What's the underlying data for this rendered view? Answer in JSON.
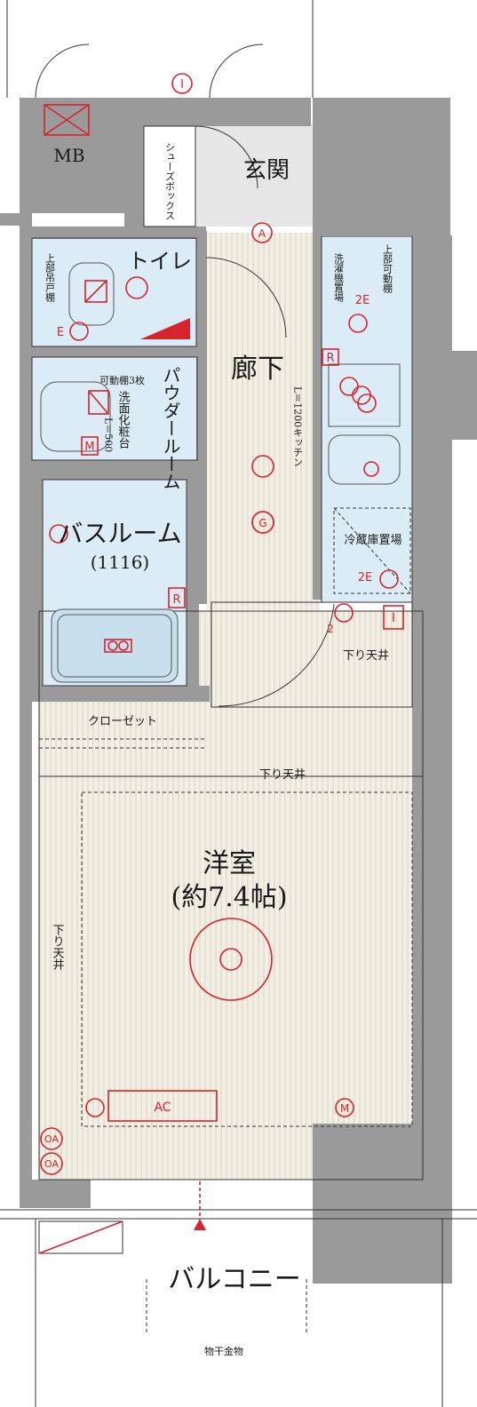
{
  "rooms": {
    "mb": "MB",
    "shoe_box": "シューズボックス",
    "genkan": "玄関",
    "toilet": "トイレ",
    "upper_cabinet": "上部吊戸棚",
    "laundry": "洗濯機置場",
    "upper_movable_shelf": "上部可動棚",
    "corridor": "廊下",
    "kitchen": "L＝1200キッチン",
    "powder_room": "パウダールーム",
    "movable_shelf": "可動棚3枚",
    "vanity": "洗面化粧台",
    "vanity_width": "L＝500",
    "bath": "バスルーム",
    "bath_size": "(1116)",
    "fridge": "冷蔵庫置場",
    "closet": "クローゼット",
    "lowered_ceiling": "下り天井",
    "western_room": "洋室",
    "western_size": "(約7.4帖)",
    "balcony": "バルコニー",
    "laundry_pole": "物干金物"
  },
  "symbols": {
    "intercom": "I",
    "a": "A",
    "e": "E",
    "two_e": "2E",
    "r": "R",
    "m": "M",
    "g": "G",
    "two": "2",
    "ac": "AC",
    "oa": "OA"
  },
  "colors": {
    "wall": "#9a9a9a",
    "wet_area": "#dcecf6",
    "floor": "#f3efe4",
    "symbol": "#d6242f"
  }
}
